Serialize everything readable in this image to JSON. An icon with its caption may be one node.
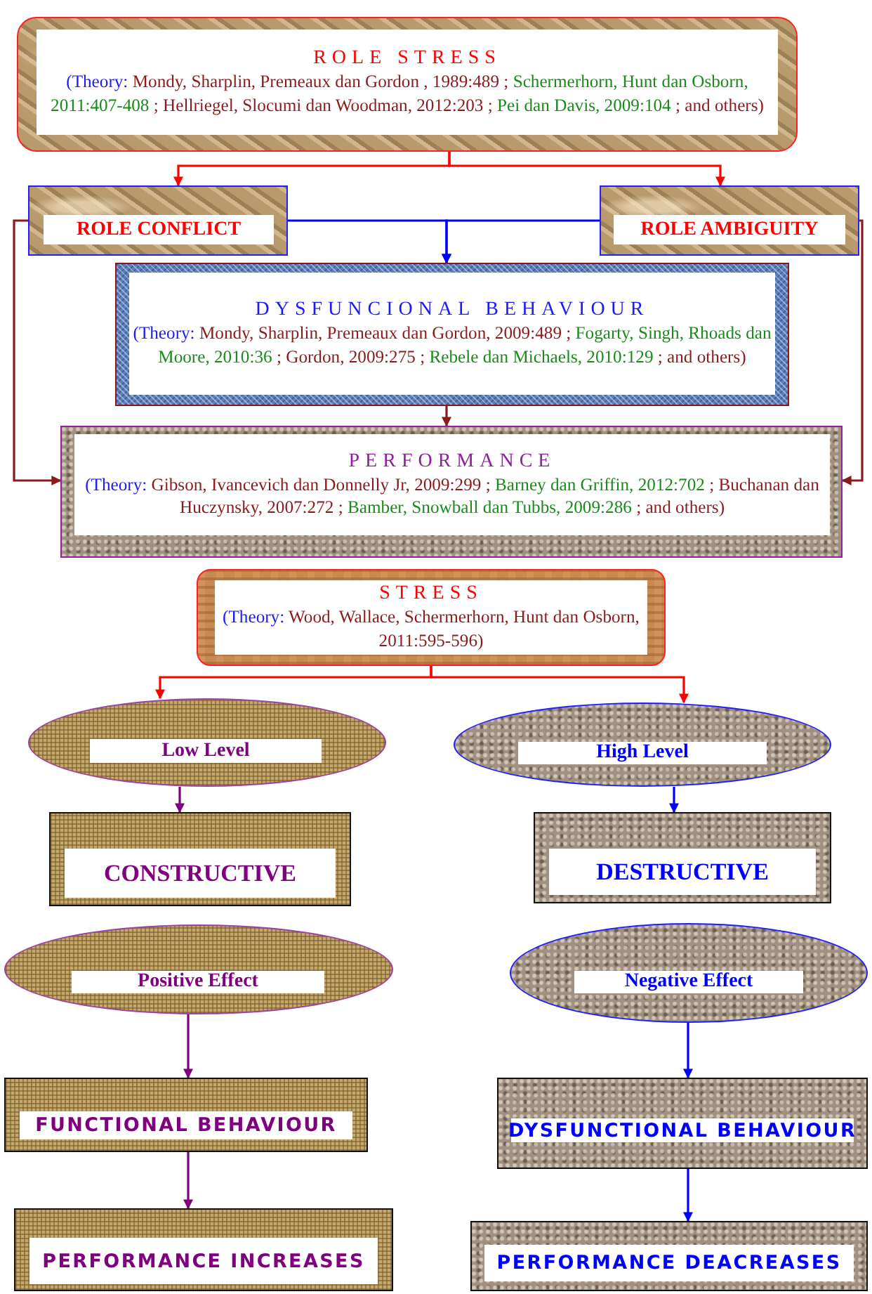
{
  "diagram": {
    "nodes": [
      {
        "text": [
          "ROLE STRESS",
          "(Theory: Mondy, Sharplin, Premeaux dan Gordon , 1989:489 ; Schermerhorn, Hunt dan Osborn, 2011:407-408 ; Hellriegel, Slocumi dan Woodman, 2012:203 ; Pei dan Davis, 2009:104 ; and others)"
        ]
      },
      {
        "text": [
          "ROLE CONFLICT"
        ]
      },
      {
        "text": [
          "ROLE AMBIGUITY"
        ]
      },
      {
        "text": [
          "DYSFUNCIONAL BEHAVIOUR",
          "(Theory: Mondy, Sharplin, Premeaux dan Gordon, 2009:489 ; Fogarty, Singh, Rhoads dan Moore, 2010:36 ; Gordon, 2009:275 ; Rebele dan Michaels, 2010:129 ; and others)"
        ]
      },
      {
        "text": [
          "PERFORMANCE",
          "(Theory: Gibson, Ivancevich dan Donnelly Jr, 2009:299 ; Barney dan Griffin, 2012:702 ; Buchanan dan Huczynsky, 2007:272 ; Bamber, Snowball dan Tubbs, 2009:286 ; and others)"
        ]
      },
      {
        "text": [
          "STRESS",
          "(Theory: Wood, Wallace, Schermerhorn, Hunt dan Osborn, 2011:595-596)"
        ]
      },
      {
        "text": [
          "Low Level"
        ]
      },
      {
        "text": [
          "High Level"
        ]
      },
      {
        "text": [
          "CONSTRUCTIVE"
        ]
      },
      {
        "text": [
          "DESTRUCTIVE"
        ]
      },
      {
        "text": [
          "Positive Effect"
        ]
      },
      {
        "text": [
          "Negative Effect"
        ]
      },
      {
        "text": [
          "FUNCTIONAL BEHAVIOUR"
        ]
      },
      {
        "text": [
          "DYSFUNCTIONAL BEHAVIOUR"
        ]
      },
      {
        "text": [
          "PERFORMANCE INCREASES"
        ]
      },
      {
        "text": [
          "PERFORMANCE DEACREASES"
        ]
      }
    ],
    "edges": [
      {
        "from": 0,
        "to": 1,
        "arrow": "to",
        "color": "#ff0000"
      },
      {
        "from": 0,
        "to": 2,
        "arrow": "to",
        "color": "#ff0000"
      },
      {
        "from": 1,
        "to": 3,
        "arrow": "to"
      },
      {
        "from": 2,
        "to": 3,
        "arrow": "to"
      },
      {
        "from": 1,
        "to": 4,
        "arrow": "to",
        "color": "#8b1a1a"
      },
      {
        "from": 3,
        "to": 4,
        "arrow": "to",
        "color": "#8b1a1a"
      },
      {
        "from": 2,
        "to": 4,
        "arrow": "to",
        "color": "#8b1a1a"
      },
      {
        "from": 5,
        "to": 6,
        "arrow": "to",
        "color": "#ff0000"
      },
      {
        "from": 5,
        "to": 7,
        "arrow": "to",
        "color": "#ff0000"
      },
      {
        "from": 6,
        "to": 8,
        "arrow": "to",
        "color": "#800080"
      },
      {
        "from": 7,
        "to": 9,
        "arrow": "to"
      },
      {
        "from": 10,
        "to": 12,
        "arrow": "to",
        "color": "#800080"
      },
      {
        "from": 12,
        "to": 14,
        "arrow": "to",
        "color": "#800080"
      },
      {
        "from": 11,
        "to": 13,
        "arrow": "to"
      },
      {
        "from": 13,
        "to": 15,
        "arrow": "to"
      }
    ]
  }
}
